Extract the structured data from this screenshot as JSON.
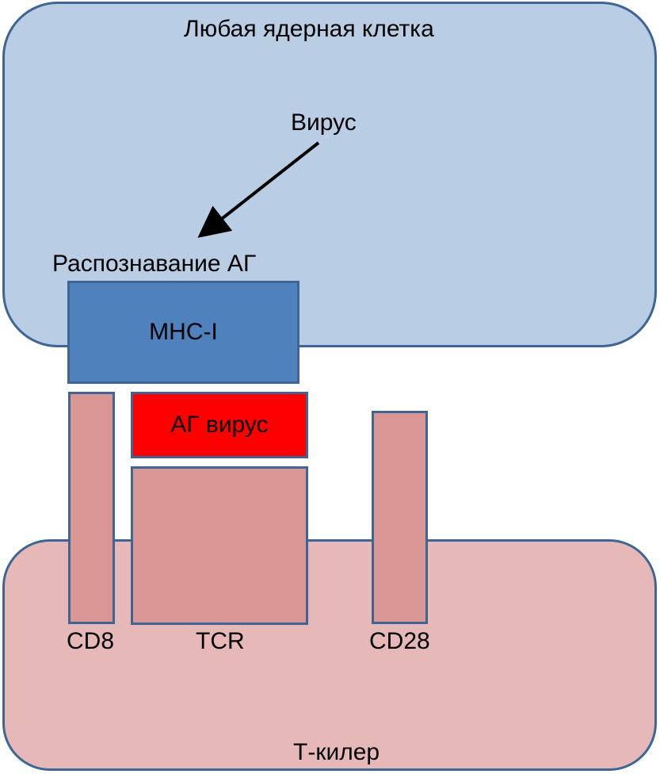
{
  "top_cell": {
    "title": "Любая ядерная клетка",
    "fill": "#b9cde5"
  },
  "virus_label": "Вирус",
  "recognition_label": "Распознавание АГ",
  "mhc": {
    "label": "МНС-I",
    "fill": "#4f81bd"
  },
  "antigen": {
    "label": "АГ вирус",
    "fill": "#ff0000"
  },
  "receptors": {
    "cd8": "CD8",
    "tcr": "TCR",
    "cd28": "CD28",
    "fill": "#d99694"
  },
  "bottom_cell": {
    "title": "Т-килер",
    "fill": "#e6b9b8"
  },
  "outline_color": "#3f6595"
}
